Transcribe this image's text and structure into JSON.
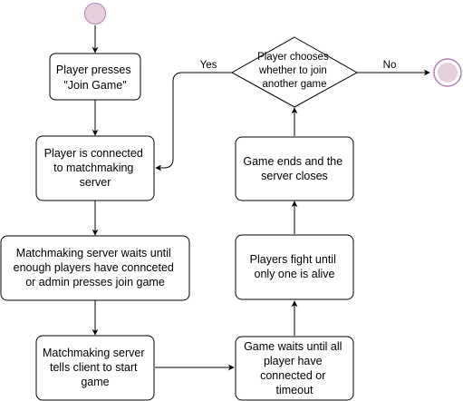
{
  "colors": {
    "start_fill": "#e6d0de",
    "start_stroke": "#b381b3",
    "end_fill": "#e6d0de",
    "end_stroke": "#b381b3",
    "line": "#000000"
  },
  "nodes": {
    "join_game": {
      "lines": [
        "Player presses",
        "\"Join Game\""
      ]
    },
    "connected": {
      "lines": [
        "Player is connected",
        "to matchmaking",
        "server"
      ]
    },
    "mm_waits": {
      "lines": [
        "Matchmaking server waits until",
        "enough players have connceted",
        "or admin presses join game"
      ]
    },
    "mm_tells": {
      "lines": [
        "Matchmaking server",
        "tells client to start",
        "game"
      ]
    },
    "game_waits": {
      "lines": [
        "Game waits until all",
        "player have",
        "connected or",
        "timeout"
      ]
    },
    "players_fight": {
      "lines": [
        "Players fight until",
        "only one is alive"
      ]
    },
    "game_ends": {
      "lines": [
        "Game ends and the",
        "server closes"
      ]
    },
    "decision": {
      "lines": [
        "Player chooses",
        "whether to join",
        "another game"
      ]
    }
  },
  "edges": {
    "yes_label": "Yes",
    "no_label": "No"
  }
}
